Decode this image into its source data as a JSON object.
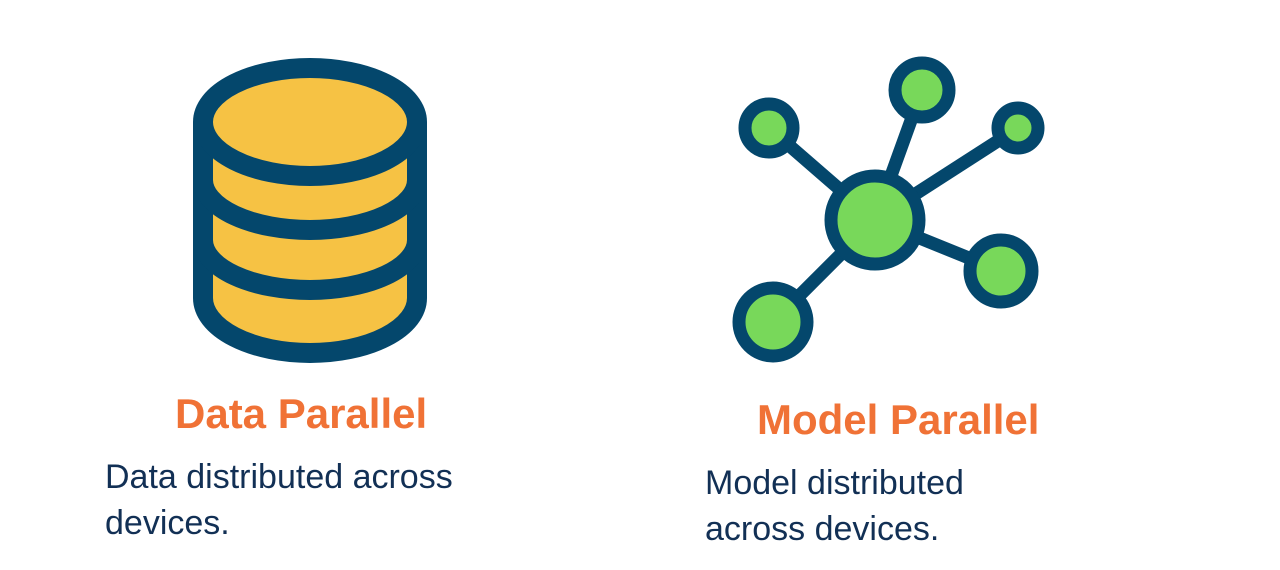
{
  "colors": {
    "navy": "#04476C",
    "yellow": "#F6C244",
    "green": "#78D85A",
    "orange": "#F07236",
    "text": "#123055"
  },
  "data_parallel": {
    "icon": "database-icon",
    "title": "Data Parallel",
    "description": "Data distributed across devices."
  },
  "model_parallel": {
    "icon": "network-icon",
    "title": "Model Parallel",
    "description": "Model distributed across devices."
  }
}
